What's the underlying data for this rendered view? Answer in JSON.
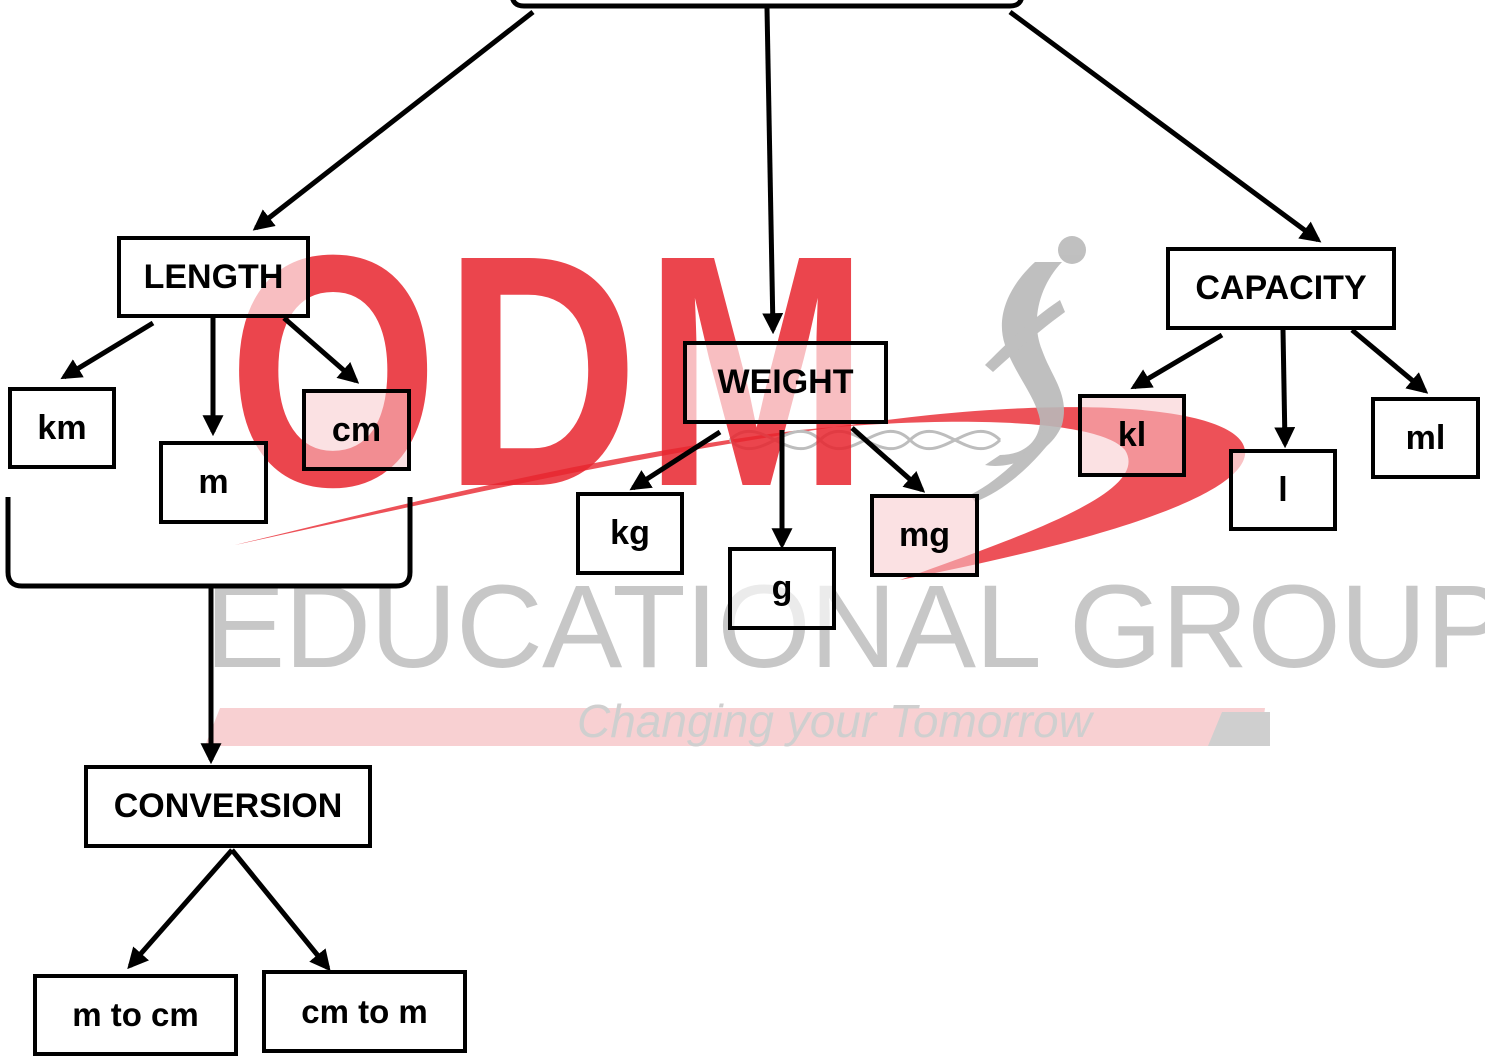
{
  "watermark": {
    "logo": "ODM",
    "name": "EDUCATIONAL GROUP",
    "tagline": "Changing your Tomorrow",
    "brand_color": "#e8252e",
    "gray_color": "#c7c7c7"
  },
  "diagram": {
    "length": {
      "label": "LENGTH",
      "units": [
        "km",
        "m",
        "cm"
      ]
    },
    "weight": {
      "label": "WEIGHT",
      "units": [
        "kg",
        "g",
        "mg"
      ]
    },
    "capacity": {
      "label": "CAPACITY",
      "units": [
        "kl",
        "l",
        "ml"
      ]
    },
    "conversion": {
      "label": "CONVERSION",
      "items": [
        "m to cm",
        "cm to m"
      ]
    }
  },
  "colors": {
    "line": "#000000",
    "box_border": "#000000",
    "text": "#000000"
  }
}
